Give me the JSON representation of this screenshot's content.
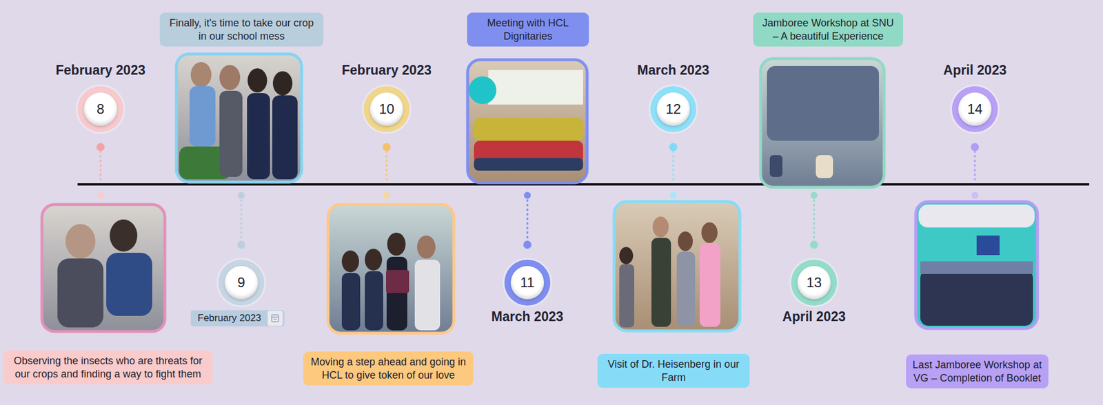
{
  "diagram": {
    "nodes": [
      {
        "text": [
          "February 2023",
          "8"
        ]
      },
      {
        "text": [
          "Observing the insects who are threats for our crops and finding a way to fight them"
        ]
      },
      {
        "text": [
          "Finally, it's time to take our crop in our school mess"
        ]
      },
      {
        "text": [
          "9"
        ]
      },
      {
        "text": [
          "February 2023"
        ]
      },
      {
        "text": [
          "February 2023",
          "10"
        ]
      },
      {
        "text": [
          "Moving a step ahead and going in HCL to give token of our love"
        ]
      },
      {
        "text": [
          "Meeting with HCL Dignitaries"
        ]
      },
      {
        "text": [
          "11",
          "March 2023"
        ]
      },
      {
        "text": [
          "March 2023",
          "12"
        ]
      },
      {
        "text": [
          "Visit of Dr. Heisenberg in our Farm"
        ]
      },
      {
        "text": [
          "Jamboree Workshop at SNU – A beautiful Experience"
        ]
      },
      {
        "text": [
          "13",
          "April 2023"
        ]
      },
      {
        "text": [
          "April 2023",
          "14"
        ]
      },
      {
        "text": [
          "Last Jamboree Workshop at VG – Completion of Booklet"
        ]
      }
    ]
  }
}
